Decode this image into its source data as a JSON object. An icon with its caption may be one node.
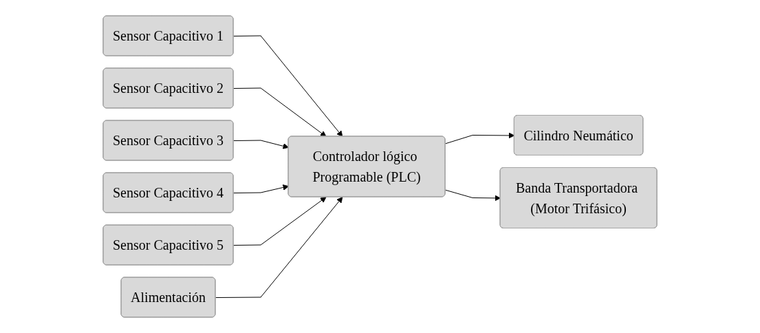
{
  "diagram": {
    "nodes": [
      {
        "text": [
          "Sensor Capacitivo 1"
        ]
      },
      {
        "text": [
          "Sensor Capacitivo 2"
        ]
      },
      {
        "text": [
          "Sensor Capacitivo 3"
        ]
      },
      {
        "text": [
          "Sensor Capacitivo 4"
        ]
      },
      {
        "text": [
          "Sensor Capacitivo 5"
        ]
      },
      {
        "text": [
          "Controlador lógico Programable (PLC)"
        ]
      },
      {
        "text": [
          "Alimentación"
        ]
      },
      {
        "text": [
          "Cilindro Neumático"
        ]
      },
      {
        "text": [
          "Banda Transportadora (Motor Trifásico)"
        ]
      }
    ],
    "edges": [
      {
        "from": 0,
        "to": 5,
        "arrow": "to"
      },
      {
        "from": 1,
        "to": 5,
        "arrow": "to"
      },
      {
        "from": 2,
        "to": 5,
        "arrow": "to"
      },
      {
        "from": 3,
        "to": 5,
        "arrow": "to"
      },
      {
        "from": 4,
        "to": 5,
        "arrow": "to"
      },
      {
        "from": 6,
        "to": 5,
        "arrow": "to"
      },
      {
        "from": 5,
        "to": 7,
        "arrow": "to"
      },
      {
        "from": 5,
        "to": 8,
        "arrow": "to"
      }
    ]
  }
}
